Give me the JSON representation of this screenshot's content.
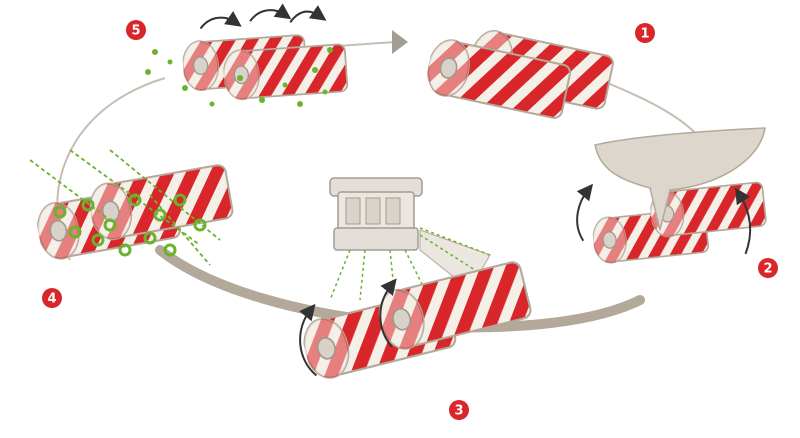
{
  "diagram": {
    "steps": [
      {
        "label": "1"
      },
      {
        "label": "2"
      },
      {
        "label": "3"
      },
      {
        "label": "4"
      },
      {
        "label": "5"
      }
    ]
  },
  "colors": {
    "roller_red": "#d9262a",
    "roller_white": "#f4efe7",
    "cycle_path": "#c7bdb3",
    "cycle_path_dark": "#b3a899",
    "arrow": "#333333",
    "step_badge": "#d9262a",
    "spray_green": "#6ab32e",
    "machine": "#e3ded7",
    "machine_outline": "#a39c92"
  }
}
